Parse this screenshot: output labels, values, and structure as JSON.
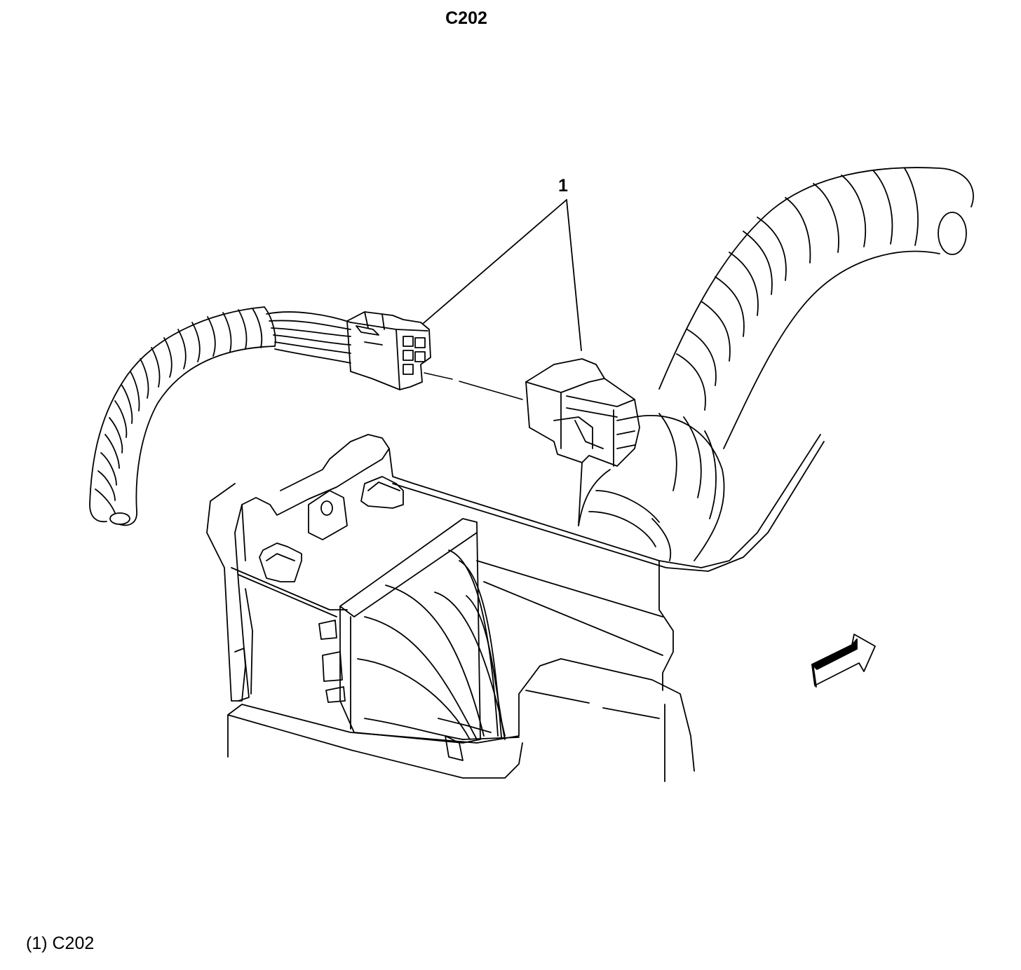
{
  "diagram": {
    "title": "C202",
    "callout_number": "1",
    "legend": "(1) C202",
    "icons": [
      "forward-arrow-icon"
    ]
  }
}
